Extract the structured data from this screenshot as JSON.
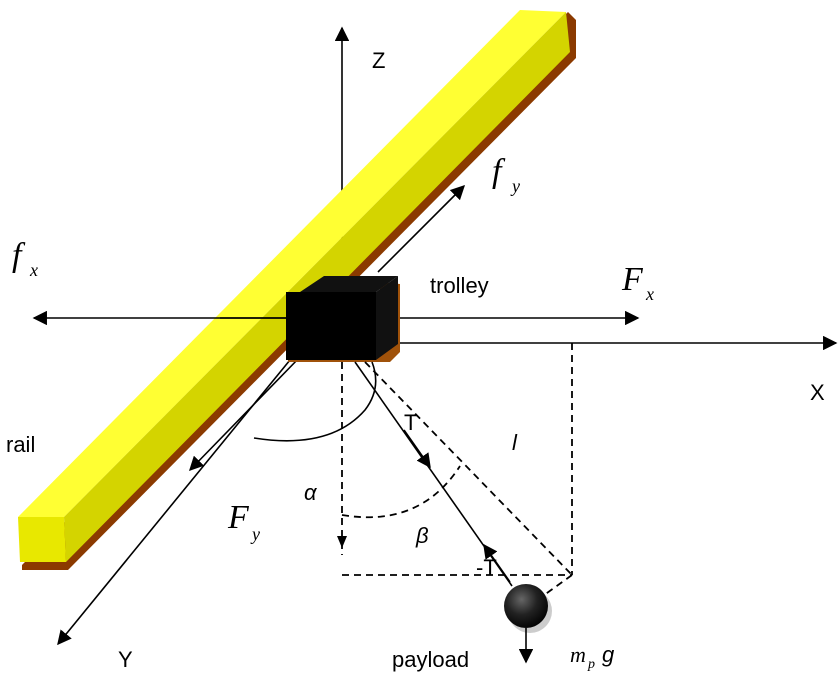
{
  "axes": {
    "z": "Z",
    "x": "X",
    "y": "Y"
  },
  "labels": {
    "trolley": "trolley",
    "rail": "rail",
    "payload": "payload",
    "tension": "T",
    "neg_tension": "-T",
    "length": "l",
    "alpha": "α",
    "beta": "β"
  },
  "forces": {
    "fy_main": "f",
    "fy_sub": "y",
    "fx_main": "f",
    "fx_sub": "x",
    "Fx_main": "F",
    "Fx_sub": "x",
    "Fy_main": "F",
    "Fy_sub": "y",
    "mpg_m": "m",
    "mpg_sub": "p",
    "mpg_g": "g"
  },
  "colors": {
    "rail_top": "#ffff33",
    "rail_face": "#d4d400",
    "rail_shadow": "#8b3a00",
    "trolley": "#000000",
    "trolley_shadow": "#a0520a",
    "background": "#ffffff"
  }
}
